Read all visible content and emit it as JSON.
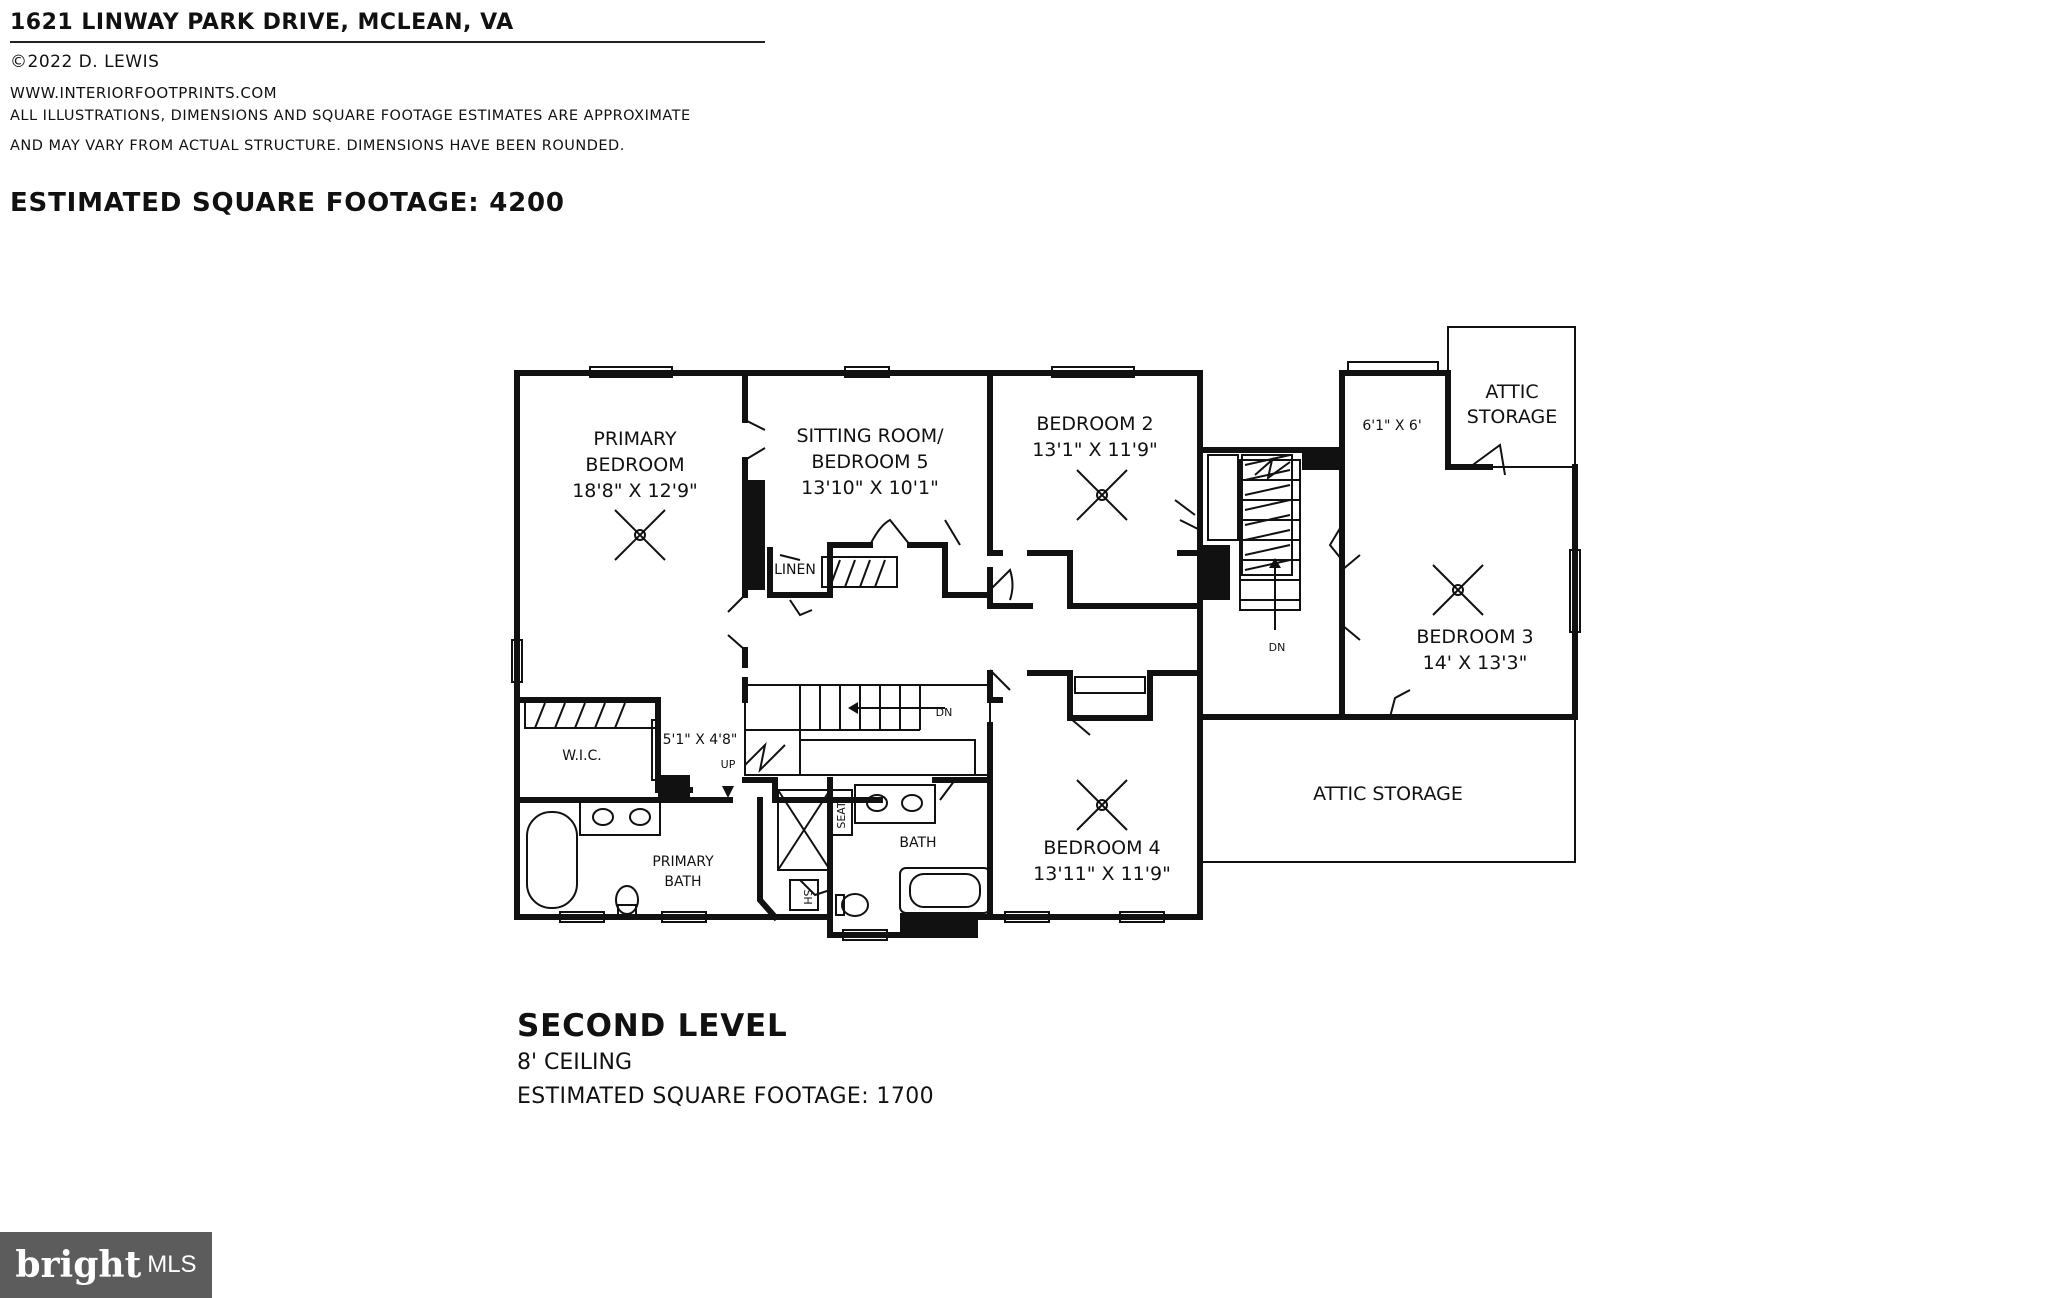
{
  "header": {
    "address": "1621 LINWAY PARK DRIVE, MCLEAN, VA",
    "copyright": "©2022 D. LEWIS",
    "website": "WWW.INTERIORFOOTPRINTS.COM",
    "disclaimer_line1": "ALL ILLUSTRATIONS, DIMENSIONS AND SQUARE FOOTAGE ESTIMATES ARE APPROXIMATE",
    "disclaimer_line2": "AND MAY VARY FROM ACTUAL STRUCTURE. DIMENSIONS HAVE BEEN ROUNDED.",
    "total_sqft": "ESTIMATED SQUARE FOOTAGE: 4200"
  },
  "rooms": {
    "primary_bedroom": {
      "name1": "PRIMARY",
      "name2": "BEDROOM",
      "dims": "18'8\" X 12'9\""
    },
    "sitting_room": {
      "name1": "SITTING ROOM/",
      "name2": "BEDROOM 5",
      "dims": "13'10\" X 10'1\""
    },
    "bedroom2": {
      "name": "BEDROOM 2",
      "dims": "13'1\" X 11'9\""
    },
    "bedroom3": {
      "name": "BEDROOM 3",
      "dims": "14' X 13'3\""
    },
    "bedroom4": {
      "name": "BEDROOM 4",
      "dims": "13'11\" X 11'9\""
    },
    "attic_storage_top": {
      "name1": "ATTIC",
      "name2": "STORAGE"
    },
    "attic_storage_right": {
      "name": "ATTIC STORAGE"
    },
    "closet_b3": {
      "dims": "6'1\" X 6'"
    },
    "wic": {
      "name": "W.I.C."
    },
    "hall_closet": {
      "dims": "5'1\" X 4'8\""
    },
    "primary_bath": {
      "name1": "PRIMARY",
      "name2": "BATH"
    },
    "bath": {
      "name": "BATH"
    },
    "linen": {
      "name": "LINEN"
    },
    "seat": {
      "name": "SEAT"
    },
    "shower": {
      "name": "SH"
    }
  },
  "stairs": {
    "up": "UP",
    "down_main": "DN",
    "down_right": "DN"
  },
  "level": {
    "title": "SECOND LEVEL",
    "ceiling": "8' CEILING",
    "sqft": "ESTIMATED SQUARE FOOTAGE: 1700"
  },
  "badge": {
    "word": "bright",
    "suffix": "MLS"
  }
}
